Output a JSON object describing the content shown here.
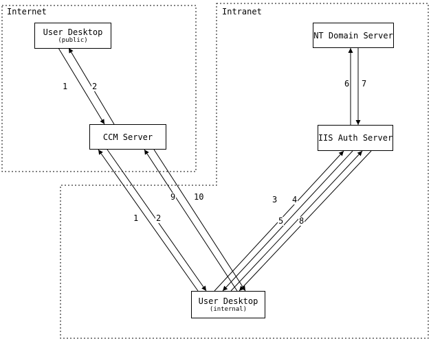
{
  "zones": {
    "internet": {
      "label": "Internet"
    },
    "intranet": {
      "label": "Intranet"
    }
  },
  "nodes": {
    "user_desktop_public": {
      "label": "User Desktop",
      "sublabel": "(public)"
    },
    "ccm_server": {
      "label": "CCM Server"
    },
    "nt_domain_server": {
      "label": "NT Domain Server"
    },
    "iis_auth_server": {
      "label": "IIS Auth Server"
    },
    "user_desktop_internal": {
      "label": "User Desktop",
      "sublabel": "(internal)"
    }
  },
  "edge_labels": {
    "pub_1": "1",
    "pub_2": "2",
    "nt_6": "6",
    "nt_7": "7",
    "ccm_9": "9",
    "ccm_10": "10",
    "ccm_1": "1",
    "ccm_2": "2",
    "iis_3": "3",
    "iis_4": "4",
    "iis_5": "5",
    "iis_8": "8"
  },
  "edges": [
    {
      "from": "User Desktop (public)",
      "to": "CCM Server",
      "label": "1"
    },
    {
      "from": "CCM Server",
      "to": "User Desktop (public)",
      "label": "2"
    },
    {
      "from": "IIS Auth Server",
      "to": "NT Domain Server",
      "label": "6"
    },
    {
      "from": "NT Domain Server",
      "to": "IIS Auth Server",
      "label": "7"
    },
    {
      "from": "User Desktop (internal)",
      "to": "CCM Server",
      "label": "1"
    },
    {
      "from": "CCM Server",
      "to": "User Desktop (internal)",
      "label": "2"
    },
    {
      "from": "User Desktop (internal)",
      "to": "CCM Server",
      "label": "9"
    },
    {
      "from": "CCM Server",
      "to": "User Desktop (internal)",
      "label": "10"
    },
    {
      "from": "User Desktop (internal)",
      "to": "IIS Auth Server",
      "label": "3"
    },
    {
      "from": "IIS Auth Server",
      "to": "User Desktop (internal)",
      "label": "4"
    },
    {
      "from": "User Desktop (internal)",
      "to": "IIS Auth Server",
      "label": "5"
    },
    {
      "from": "IIS Auth Server",
      "to": "User Desktop (internal)",
      "label": "8"
    }
  ],
  "colors": {
    "line": "#000000",
    "background": "#ffffff"
  }
}
